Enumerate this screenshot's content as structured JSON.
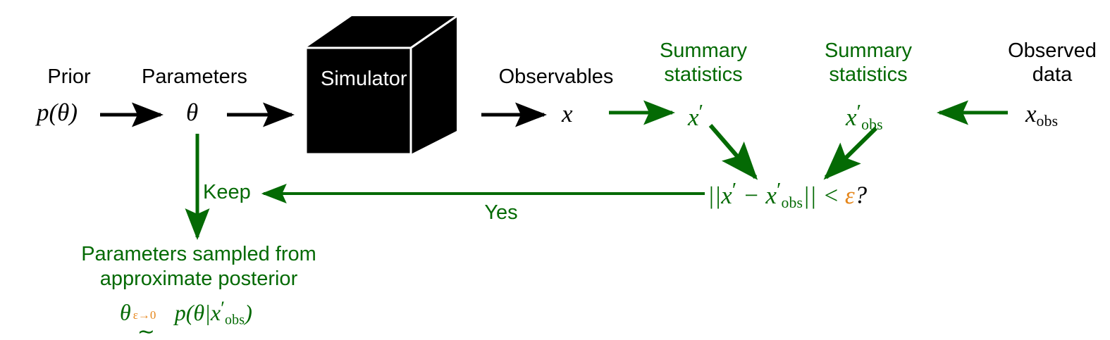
{
  "diagram": {
    "title": "Approximate Bayesian Computation (ABC) rejection sampling flow",
    "colors": {
      "black": "#000000",
      "green": "#046a04",
      "orange": "#e5861b",
      "white": "#ffffff",
      "background": "#ffffff"
    },
    "labels": {
      "prior": "Prior",
      "parameters": "Parameters",
      "simulator": "Simulator",
      "observables": "Observables",
      "summary_statistics_sim": "Summary\nstatistics",
      "summary_statistics_obs": "Summary\nstatistics",
      "observed_data": "Observed\ndata",
      "keep": "Keep",
      "yes": "Yes",
      "posterior_caption": "Parameters sampled from\napproximate posterior"
    },
    "math": {
      "prior_dist": "p(θ)",
      "theta": "θ",
      "observable": "x",
      "summary_sim": "x′",
      "summary_obs": "x′obs",
      "observed": "xobs",
      "distance_lhs": "||x′ − x′obs|| <",
      "epsilon": "ε",
      "question_mark": "?",
      "posterior_theta": "θ",
      "posterior_limit": "ε→0",
      "posterior_tilde": "∼",
      "posterior_rhs": "p(θ|x′obs)"
    },
    "arrows": [
      {
        "name": "prior-to-theta",
        "color": "#000000",
        "direction": "right"
      },
      {
        "name": "theta-to-simulator",
        "color": "#000000",
        "direction": "right"
      },
      {
        "name": "simulator-to-observable",
        "color": "#000000",
        "direction": "right"
      },
      {
        "name": "observable-to-summary",
        "color": "#046a04",
        "direction": "right"
      },
      {
        "name": "observed-to-summary-obs",
        "color": "#046a04",
        "direction": "left"
      },
      {
        "name": "summary-sim-to-distance",
        "color": "#046a04",
        "direction": "down-right"
      },
      {
        "name": "summary-obs-to-distance",
        "color": "#046a04",
        "direction": "down-left"
      },
      {
        "name": "distance-yes-to-keep",
        "color": "#046a04",
        "direction": "left"
      },
      {
        "name": "keep-to-posterior",
        "color": "#046a04",
        "direction": "down"
      }
    ]
  }
}
